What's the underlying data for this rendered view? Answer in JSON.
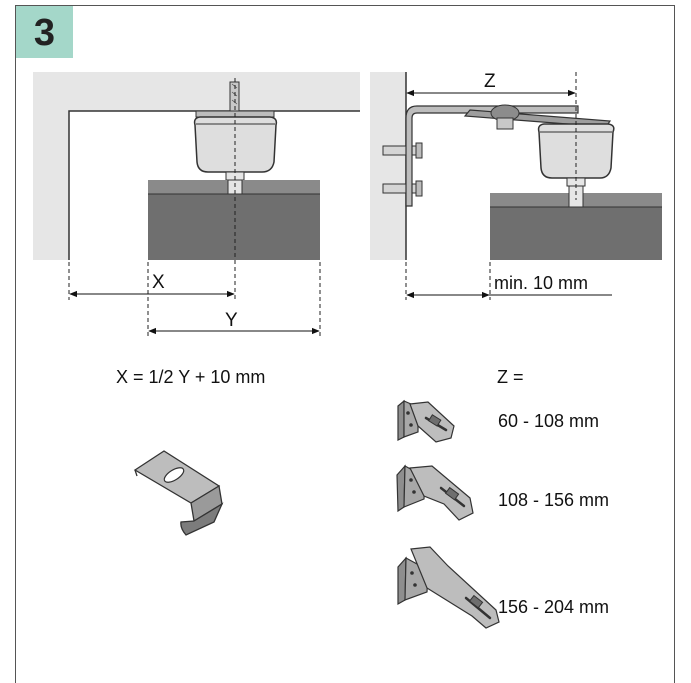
{
  "step": {
    "number": "3"
  },
  "colors": {
    "accent": "#a4d7c9",
    "wall": "#e6e6e6",
    "panel": "#6f6f6f",
    "motor_body": "#dedede",
    "outline": "#333333"
  },
  "left_diagram": {
    "label_x": "X",
    "label_y": "Y",
    "formula": "X = 1/2 Y + 10 mm"
  },
  "right_diagram": {
    "label_z": "Z",
    "label_min": "min. 10 mm",
    "z_heading": "Z =",
    "brackets": [
      {
        "range": "60 - 108 mm",
        "icon": "short-bracket-icon"
      },
      {
        "range": "108 - 156 mm",
        "icon": "medium-bracket-icon"
      },
      {
        "range": "156 - 204 mm",
        "icon": "long-bracket-icon"
      }
    ]
  },
  "clip_icon": "ceiling-clip-icon"
}
